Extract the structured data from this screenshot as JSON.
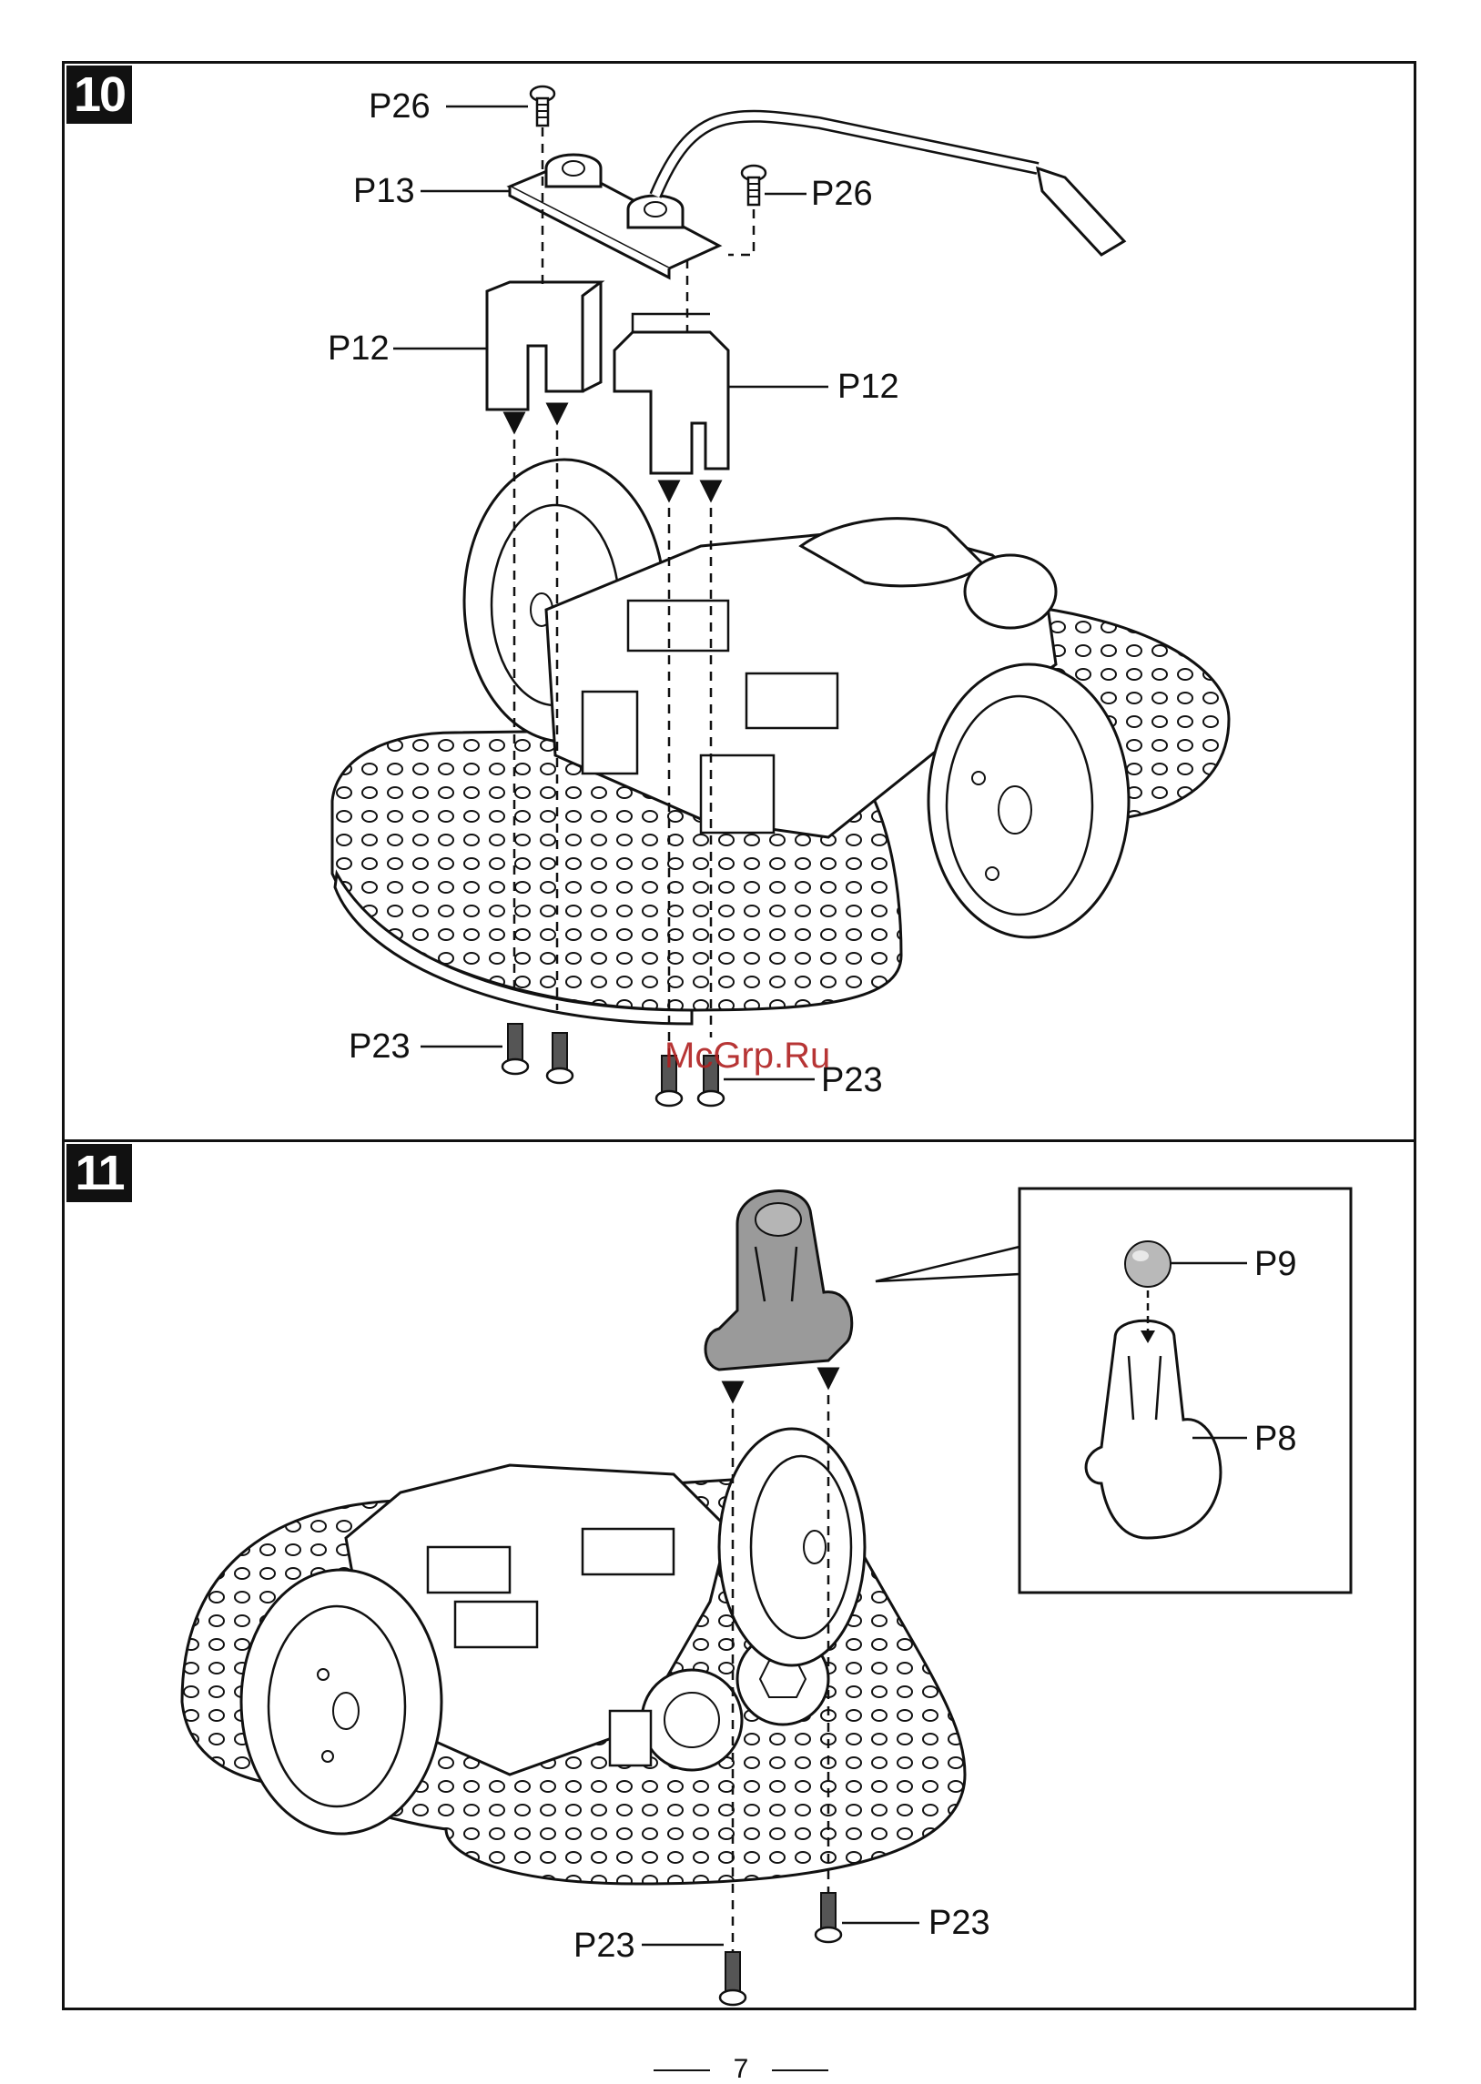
{
  "steps": [
    {
      "number": "10",
      "labels": {
        "p26_top": "P26",
        "p13": "P13",
        "p26_right": "P26",
        "p12_left": "P12",
        "p12_right": "P12",
        "p23_left": "P23",
        "p23_right": "P23"
      }
    },
    {
      "number": "11",
      "labels": {
        "p9": "P9",
        "p8": "P8",
        "p23_left": "P23",
        "p23_right": "P23"
      }
    }
  ],
  "watermark": "McGrp.Ru",
  "page_number": "7",
  "colors": {
    "ink": "#111111",
    "highlight_part": "#9a9a9a",
    "ball": "#b9b9b9"
  }
}
